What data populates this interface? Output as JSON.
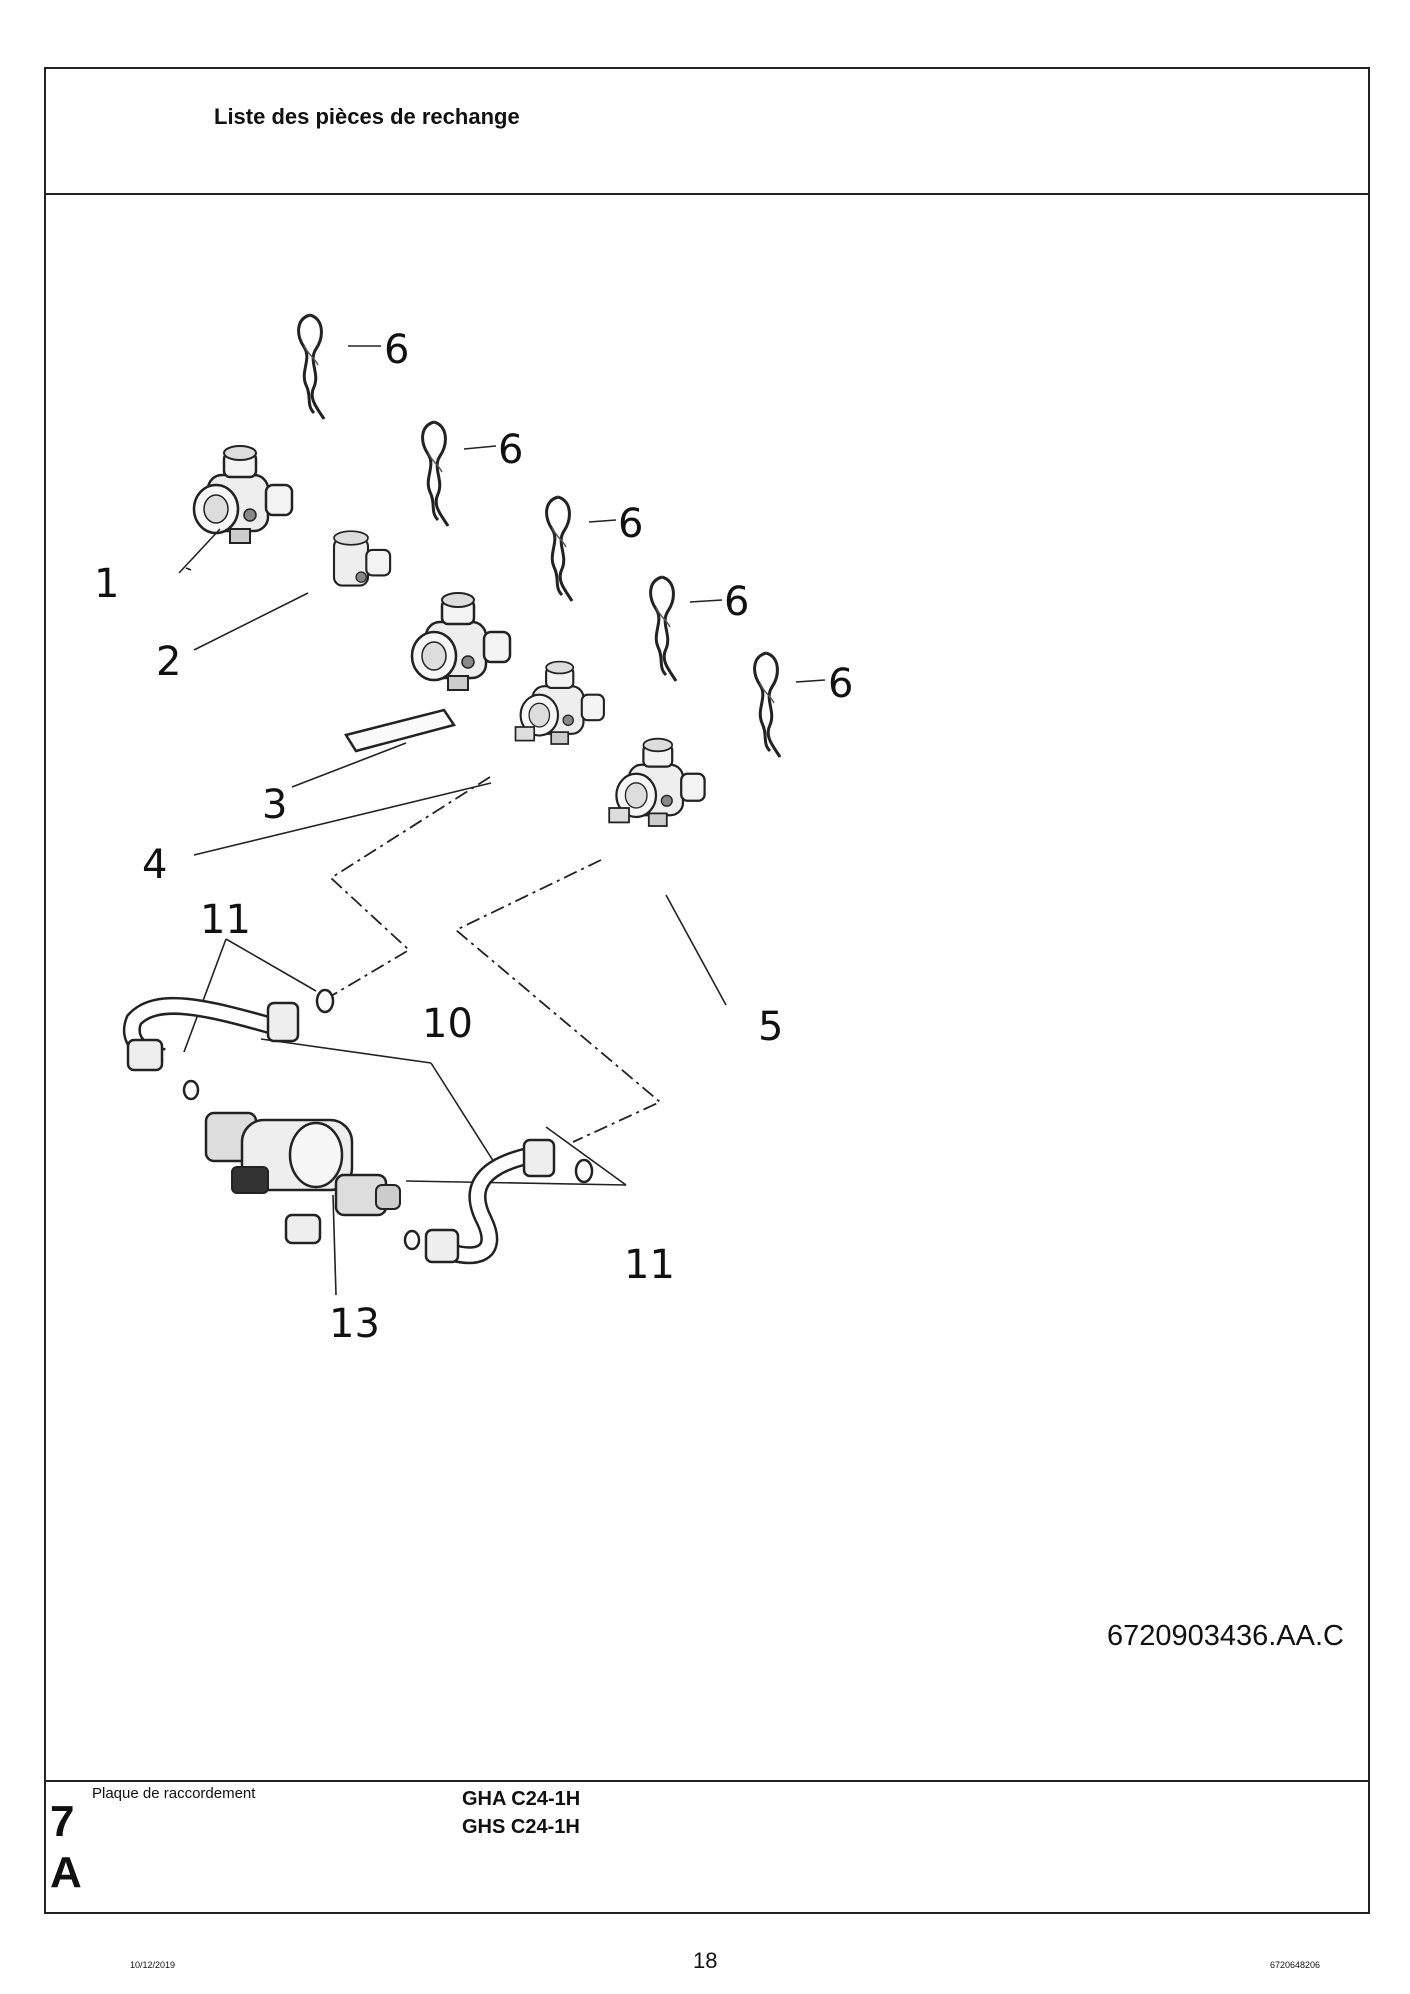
{
  "header": {
    "title": "Liste des pièces de rechange"
  },
  "drawing": {
    "reference": "6720903436.AA.C",
    "callouts": [
      "6",
      "6",
      "6",
      "6",
      "6",
      "1",
      "2",
      "3",
      "4",
      "5",
      "11",
      "10",
      "11",
      "13"
    ]
  },
  "footer_block": {
    "subtitle": "Plaque de raccordement",
    "section_number": "7",
    "section_letter": "A",
    "models": [
      "GHA C24-1H",
      "GHS C24-1H"
    ]
  },
  "footer": {
    "date": "10/12/2019",
    "page": "18",
    "code": "6720648206"
  }
}
